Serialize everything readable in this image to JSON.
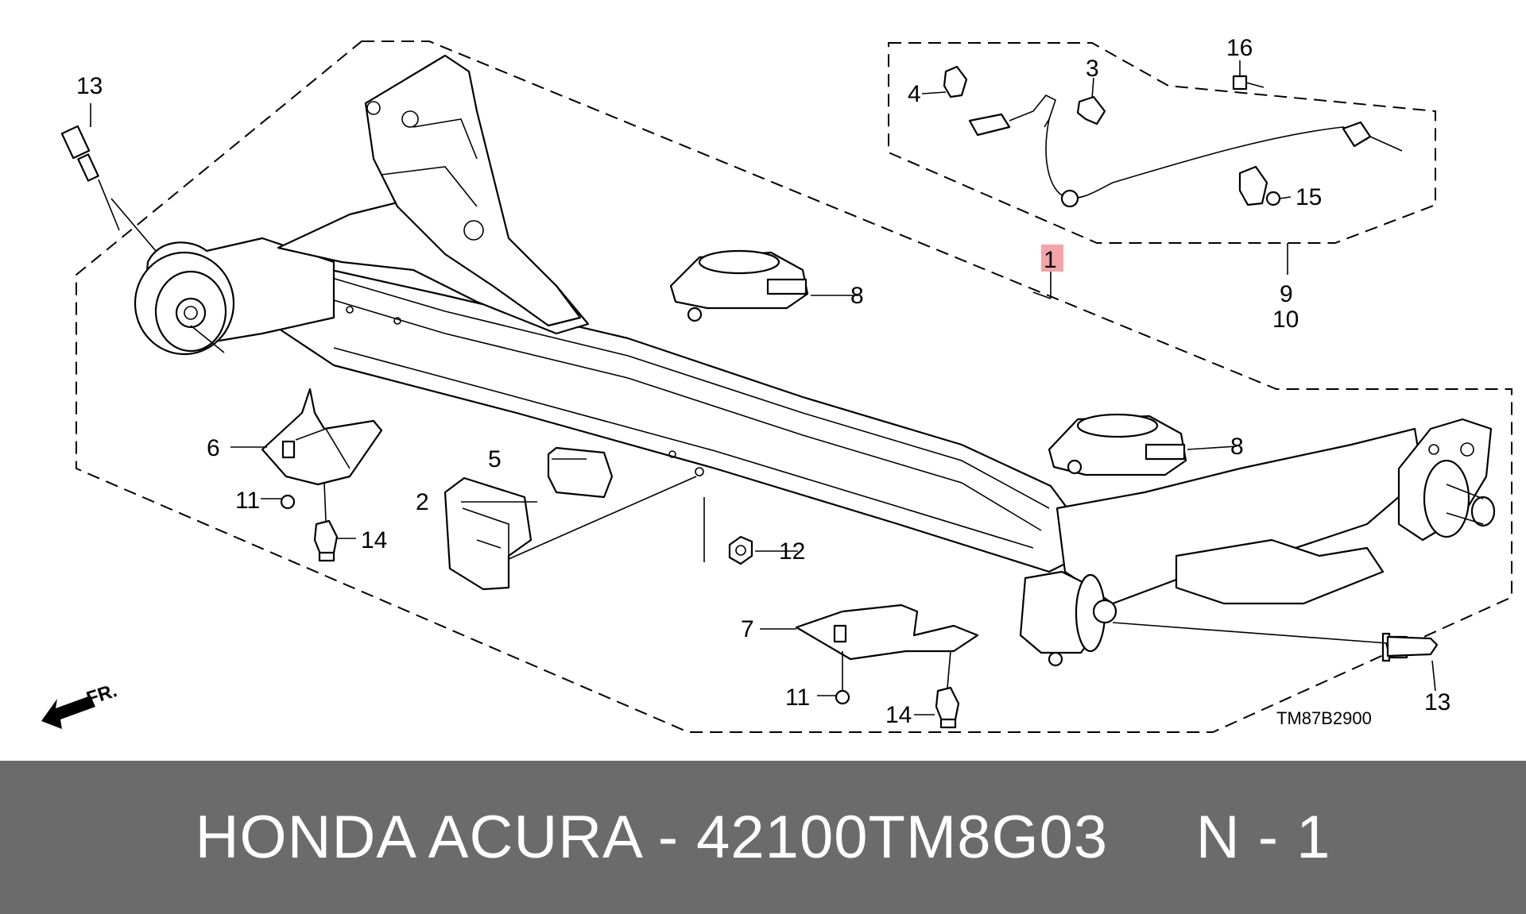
{
  "diagram": {
    "part_labels": {
      "p1": "1",
      "p2": "2",
      "p3": "3",
      "p4": "4",
      "p5": "5",
      "p6": "6",
      "p7": "7",
      "p8a": "8",
      "p8b": "8",
      "p9": "9",
      "p10": "10",
      "p11a": "11",
      "p11b": "11",
      "p12": "12",
      "p13a": "13",
      "p13b": "13",
      "p14a": "14",
      "p14b": "14",
      "p15": "15",
      "p16": "16"
    },
    "drawing_code": "TM87B2900",
    "front_marker": "FR.",
    "highlight_color": "#f4a3a8"
  },
  "caption": {
    "text": "HONDA ACURA - 42100TM8G03     N - 1"
  }
}
